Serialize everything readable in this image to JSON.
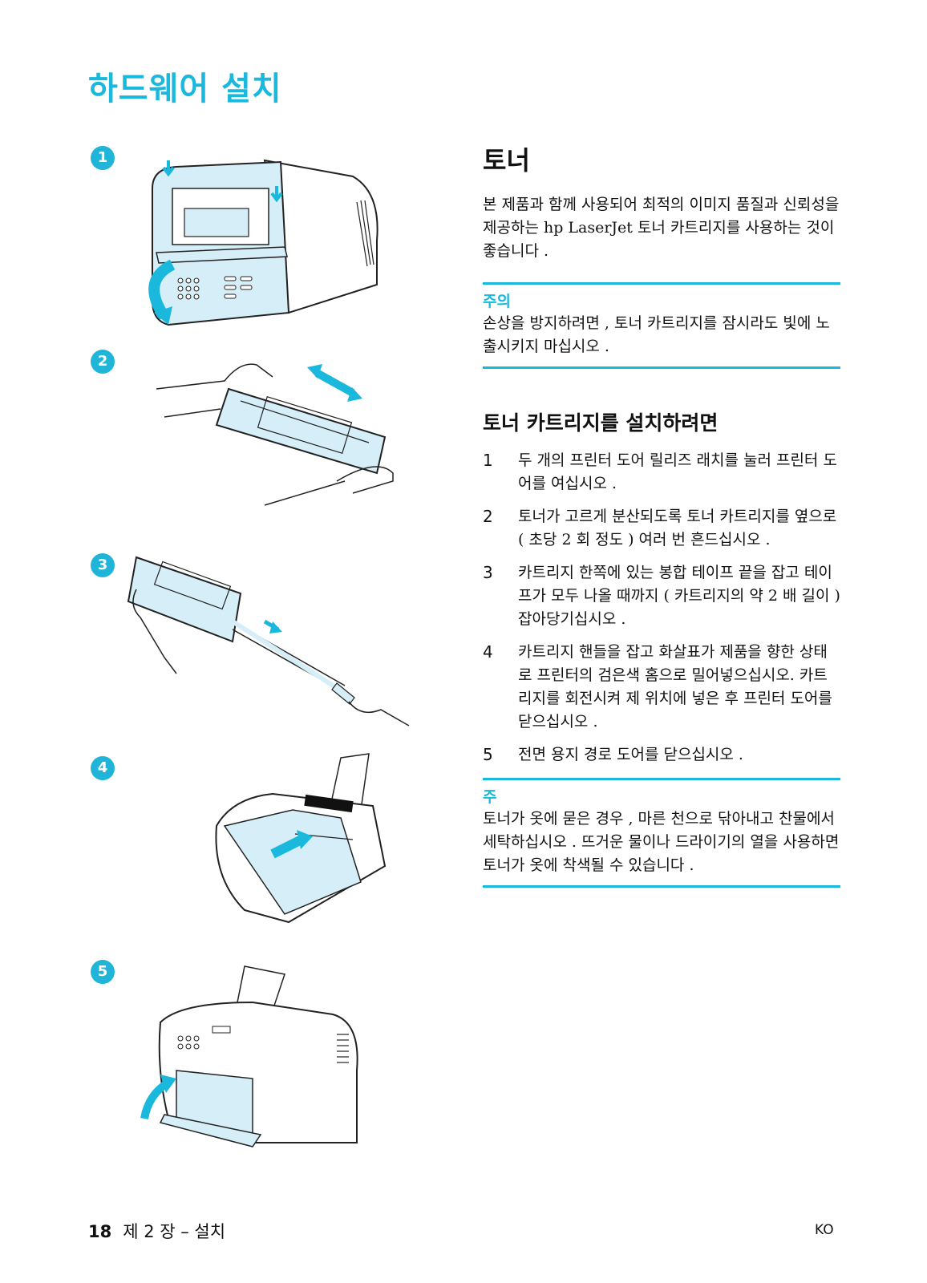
{
  "page_title": "하드웨어 설치",
  "steps_badges": [
    "1",
    "2",
    "3",
    "4",
    "5"
  ],
  "toner": {
    "heading": "토너",
    "intro": "본 제품과 함께 사용되어 최적의 이미지 품질과 신뢰성을 제공하는 hp LaserJet 토너 카트리지를 사용하는 것이 좋습니다 .",
    "caution_label": "주의",
    "caution_text": "손상을 방지하려면 , 토너 카트리지를 잠시라도 빛에 노출시키지 마십시오 ."
  },
  "install": {
    "heading": "토너 카트리지를 설치하려면",
    "steps": [
      {
        "num": "1",
        "text": "두 개의 프린터 도어 릴리즈 래치를 눌러 프린터 도어를 여십시오 ."
      },
      {
        "num": "2",
        "text": "토너가 고르게 분산되도록 토너 카트리지를 옆으로 ( 초당 2 회 정도 ) 여러 번 흔드십시오 ."
      },
      {
        "num": "3",
        "text": "카트리지 한쪽에 있는 봉합 테이프 끝을 잡고 테이프가 모두 나올 때까지 ( 카트리지의 약 2 배 길이 ) 잡아당기십시오 ."
      },
      {
        "num": "4",
        "text": "카트리지 핸들을 잡고 화살표가 제품을 향한 상태로 프린터의 검은색 홈으로 밀어넣으십시오. 카트리지를 회전시켜 제 위치에 넣은 후 프린터 도어를 닫으십시오 ."
      },
      {
        "num": "5",
        "text": "전면 용지 경로 도어를 닫으십시오 ."
      }
    ],
    "note_label": "주",
    "note_text": "토너가 옷에 묻은 경우 , 마른 천으로 닦아내고 찬물에서 세탁하십시오 . 뜨거운 물이나 드라이기의 열을 사용하면 토너가 옷에 착색될 수 있습니다 ."
  },
  "footer": {
    "page_number": "18",
    "chapter": "제 2 장 – 설치",
    "lang": "KO"
  },
  "colors": {
    "accent": "#19b8dc",
    "illustration_fill": "#d6eef8"
  }
}
